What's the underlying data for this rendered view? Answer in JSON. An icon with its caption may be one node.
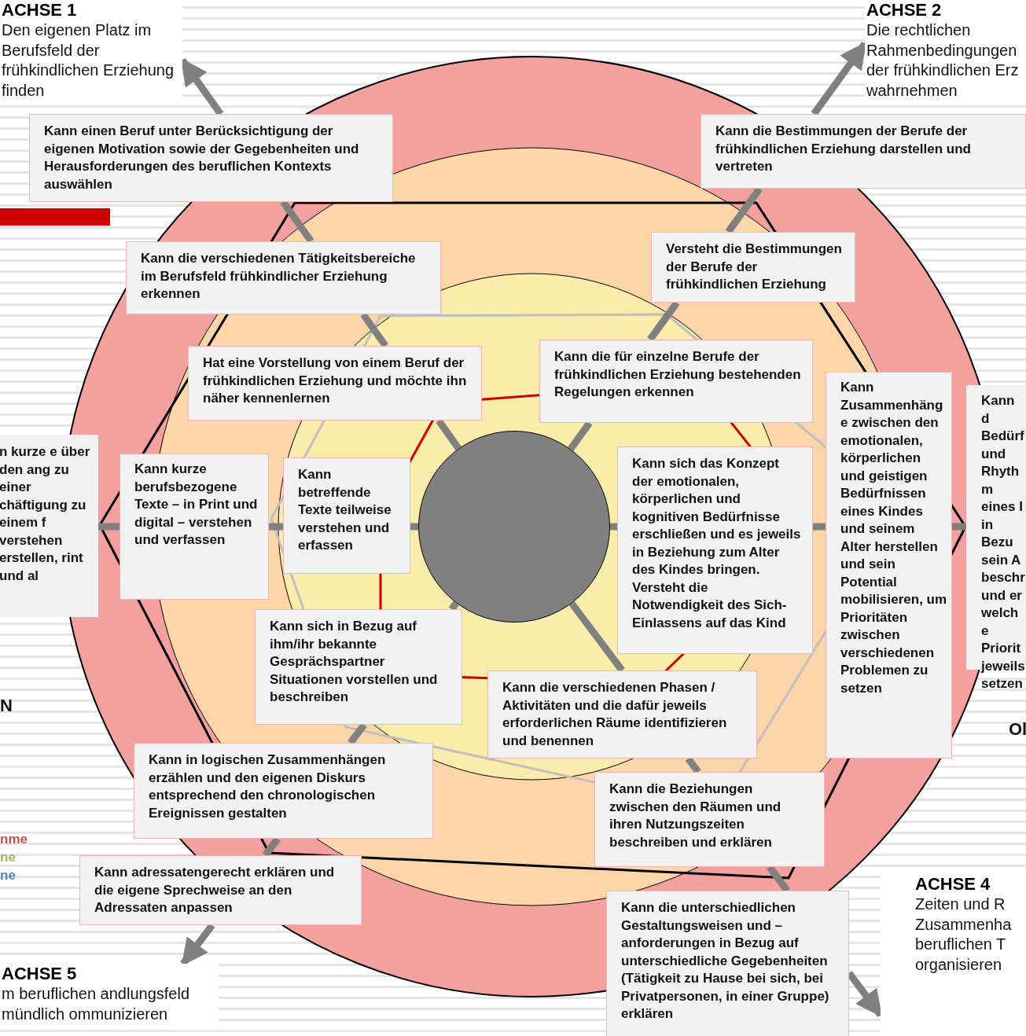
{
  "diagram": {
    "nodes": [
      {
        "text": [
          "ACHSE 1",
          "Den eigenen Platz im Berufsfeld der frühkindlichen Erziehung finden"
        ]
      },
      {
        "text": [
          "ACHSE 2",
          "Die rechtlichen Rahmenbedingungen der frühkindlichen Erz wahrnehmen"
        ]
      },
      {
        "text": [
          "Kann einen Beruf unter Berücksichtigung der eigenen Motivation sowie der Gegebenheiten und Herausforderungen des beruflichen Kontexts auswählen"
        ]
      },
      {
        "text": [
          "Kann die Bestimmungen der Berufe der frühkindlichen Erziehung darstellen und vertreten"
        ]
      },
      {
        "text": [
          "Kann die verschiedenen Tätigkeitsbereiche im Berufsfeld frühkindlicher Erziehung erkennen"
        ]
      },
      {
        "text": [
          "Versteht die Bestimmungen der Berufe der frühkindlichen Erziehung"
        ]
      },
      {
        "text": [
          "Hat eine Vorstellung von einem Beruf der frühkindlichen Erziehung und möchte ihn näher kennenlernen"
        ]
      },
      {
        "text": [
          "Kann die für einzelne Berufe der frühkindlichen Erziehung bestehenden Regelungen erkennen"
        ]
      },
      {
        "text": [
          "Kann Zusammenhänge zwischen den emotionalen, körperlichen und geistigen Bedürfnissen eines Kindes und seinem Alter herstellen und sein Potential mobilisieren, um Prioritäten zwischen verschiedenen Problemen zu setzen"
        ]
      },
      {
        "text": [
          "Kann d Bedürf und Rhythm eines I in Bezu sein A beschr und er welche Priorit jeweils setzen"
        ]
      },
      {
        "text": [
          "n kurze e über den ang zu einer chäftigung zu einem f verstehen erstellen, rint und al"
        ]
      },
      {
        "text": [
          "Kann kurze berufsbezogene Texte – in Print und digital – verstehen und verfassen"
        ]
      },
      {
        "text": [
          "Kann betreffende Texte teilweise verstehen und erfassen"
        ]
      },
      {
        "text": [
          "Kann sich das Konzept der emotionalen, körperlichen und kognitiven Bedürfnisse erschließen und es jeweils in Beziehung zum Alter des Kindes bringen. Versteht die Notwendigkeit des Sich-Einlassens auf das Kind"
        ]
      },
      {
        "text": [
          "Kann sich in Bezug auf ihm/ihr bekannte Gesprächspartner Situationen vorstellen und beschreiben"
        ]
      },
      {
        "text": [
          "Kann die verschiedenen Phasen / Aktivitäten und die dafür jeweils erforderlichen Räume identifizieren und benennen"
        ]
      },
      {
        "text": [
          "Kann in logischen Zusammenhängen erzählen und den eigenen Diskurs entsprechend den chronologischen Ereignissen gestalten"
        ]
      },
      {
        "text": [
          "Kann die Beziehungen zwischen den Räumen und ihren Nutzungszeiten beschreiben und erklären"
        ]
      },
      {
        "text": [
          "Kann adressatengerecht erklären und die eigene Sprechweise an den Adressaten anpassen"
        ]
      },
      {
        "text": [
          "Kann die unterschiedlichen Gestaltungsweisen und –anforderungen in Bezug auf unterschiedliche Gegebenheiten (Tätigkeit zu Hause bei sich, bei Privatpersonen, in einer Gruppe) erklären"
        ]
      },
      {
        "text": [
          "ACHSE 4",
          "Zeiten und R Zusammenha beruflichen T organisieren"
        ]
      },
      {
        "text": [
          "ACHSE 5",
          "m beruflichen andlungsfeld mündlich ommunizieren"
        ]
      },
      {
        "text": [],
        "shape": "circle"
      }
    ],
    "edges": [
      {
        "from": 22,
        "to": 6,
        "arrow": "none"
      },
      {
        "from": 6,
        "to": 4,
        "arrow": "none"
      },
      {
        "from": 4,
        "to": 2,
        "arrow": "none"
      },
      {
        "from": 2,
        "to": 0,
        "arrow": "to"
      },
      {
        "from": 22,
        "to": 7,
        "arrow": "none"
      },
      {
        "from": 7,
        "to": 5,
        "arrow": "none"
      },
      {
        "from": 5,
        "to": 3,
        "arrow": "none"
      },
      {
        "from": 3,
        "to": 1,
        "arrow": "to"
      },
      {
        "from": 22,
        "to": 13,
        "arrow": "none"
      },
      {
        "from": 13,
        "to": 8,
        "arrow": "none"
      },
      {
        "from": 8,
        "to": 9,
        "arrow": "none"
      },
      {
        "from": 22,
        "to": 15,
        "arrow": "none"
      },
      {
        "from": 15,
        "to": 17,
        "arrow": "none"
      },
      {
        "from": 17,
        "to": 19,
        "arrow": "none"
      },
      {
        "from": 19,
        "to": 20,
        "arrow": "to"
      },
      {
        "from": 22,
        "to": 14,
        "arrow": "none"
      },
      {
        "from": 14,
        "to": 16,
        "arrow": "none"
      },
      {
        "from": 16,
        "to": 18,
        "arrow": "none"
      },
      {
        "from": 18,
        "to": 21,
        "arrow": "to"
      },
      {
        "from": 22,
        "to": 12,
        "arrow": "none"
      },
      {
        "from": 12,
        "to": 11,
        "arrow": "none"
      },
      {
        "from": 11,
        "to": 10,
        "arrow": "none"
      }
    ],
    "labels": [
      "N",
      "Ol"
    ],
    "legend": [
      {
        "text": "nme",
        "color": "#c0504d"
      },
      {
        "text": "ne",
        "color": "#9bbb59"
      },
      {
        "text": "ne",
        "color": "#4f81bd"
      }
    ]
  }
}
